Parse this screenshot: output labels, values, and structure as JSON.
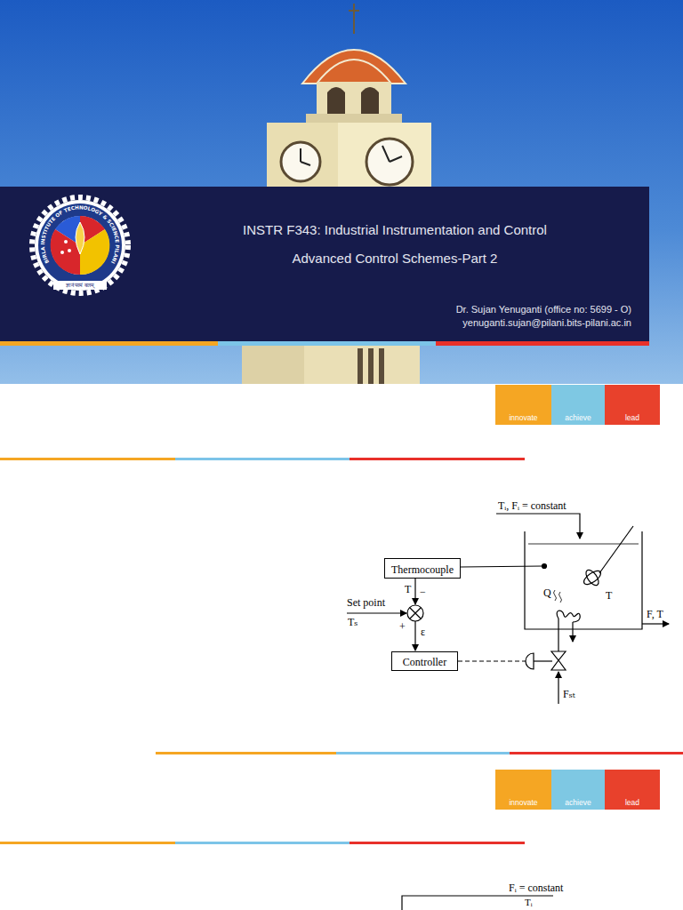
{
  "diagram": {
    "nodes": [
      {
        "text": [
          "INSTR F343: Industrial Instrumentation and Control",
          "Advanced Control Schemes-Part 2",
          "Dr. Sujan Yenuganti (office no: 5699 - O)",
          "yenuganti.sujan@pilani.bits-pilani.ac.in"
        ]
      },
      {
        "text": [
          "innovate"
        ]
      },
      {
        "text": [
          "achieve"
        ]
      },
      {
        "text": [
          "lead"
        ]
      },
      {
        "text": [
          "Thermocouple"
        ]
      },
      {
        "text": [
          "Controller"
        ]
      },
      {
        "text": [
          "innovate"
        ]
      },
      {
        "text": [
          "achieve"
        ]
      },
      {
        "text": [
          "lead"
        ]
      }
    ],
    "labels": [
      "BIRLA INSTITUTE OF TECHNOLOGY & SCIENCE PILANI",
      "ज्ञानं परमं बलम्",
      "Tᵢ, Fᵢ = constant",
      "T",
      "Q",
      "F, T",
      "T",
      "−",
      "Set point",
      "Tₛ",
      "+",
      "ε",
      "Fₛₜ",
      "Fᵢ = constant",
      "Tᵢ"
    ]
  }
}
